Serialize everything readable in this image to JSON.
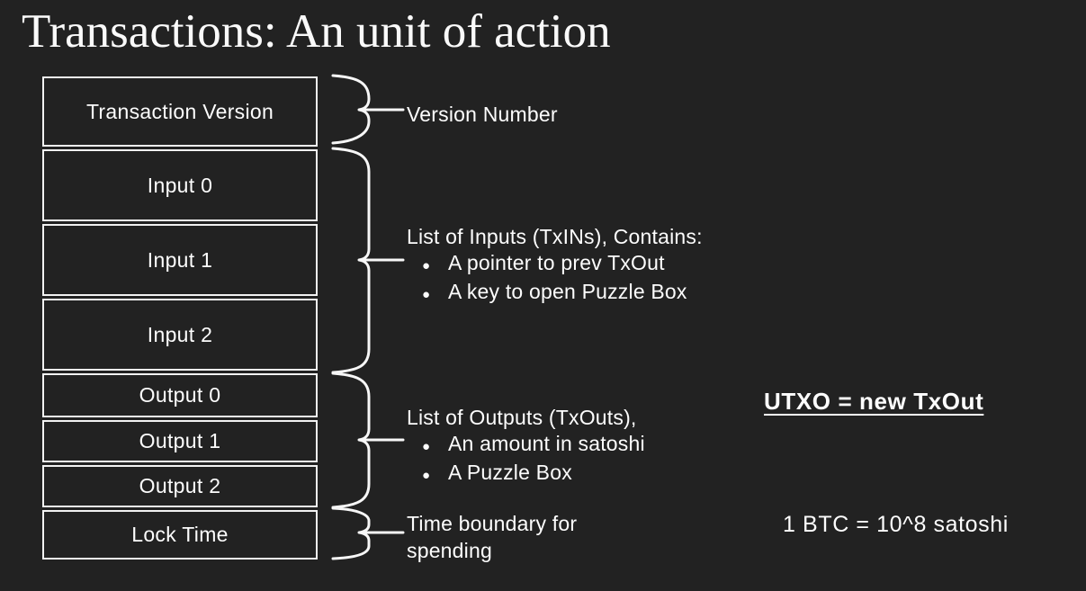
{
  "title": "Transactions: An unit of action",
  "colors": {
    "background": "#222222",
    "foreground": "#ffffff",
    "box_border": "#f2f2f2",
    "brace_stroke": "#f7f7f7"
  },
  "bullet_glyph": "●",
  "diagram": {
    "boxes": [
      {
        "label": "Transaction Version"
      },
      {
        "label": "Input 0"
      },
      {
        "label": "Input 1"
      },
      {
        "label": "Input 2"
      },
      {
        "label": "Output 0"
      },
      {
        "label": "Output 1"
      },
      {
        "label": "Output 2"
      },
      {
        "label": "Lock Time"
      }
    ]
  },
  "annotations": {
    "version": {
      "label": "Version Number"
    },
    "inputs": {
      "heading": "List of Inputs (TxINs), Contains:",
      "bullets": [
        "A pointer to prev TxOut",
        "A key to open Puzzle Box"
      ]
    },
    "outputs": {
      "heading": "List of Outputs (TxOuts),",
      "bullets": [
        "An amount in satoshi",
        "A Puzzle Box"
      ]
    },
    "locktime": {
      "lines": [
        "Time boundary for",
        "spending"
      ]
    }
  },
  "side_notes": {
    "utxo": "UTXO = new TxOut",
    "btc": "1 BTC = 10^8 satoshi"
  }
}
